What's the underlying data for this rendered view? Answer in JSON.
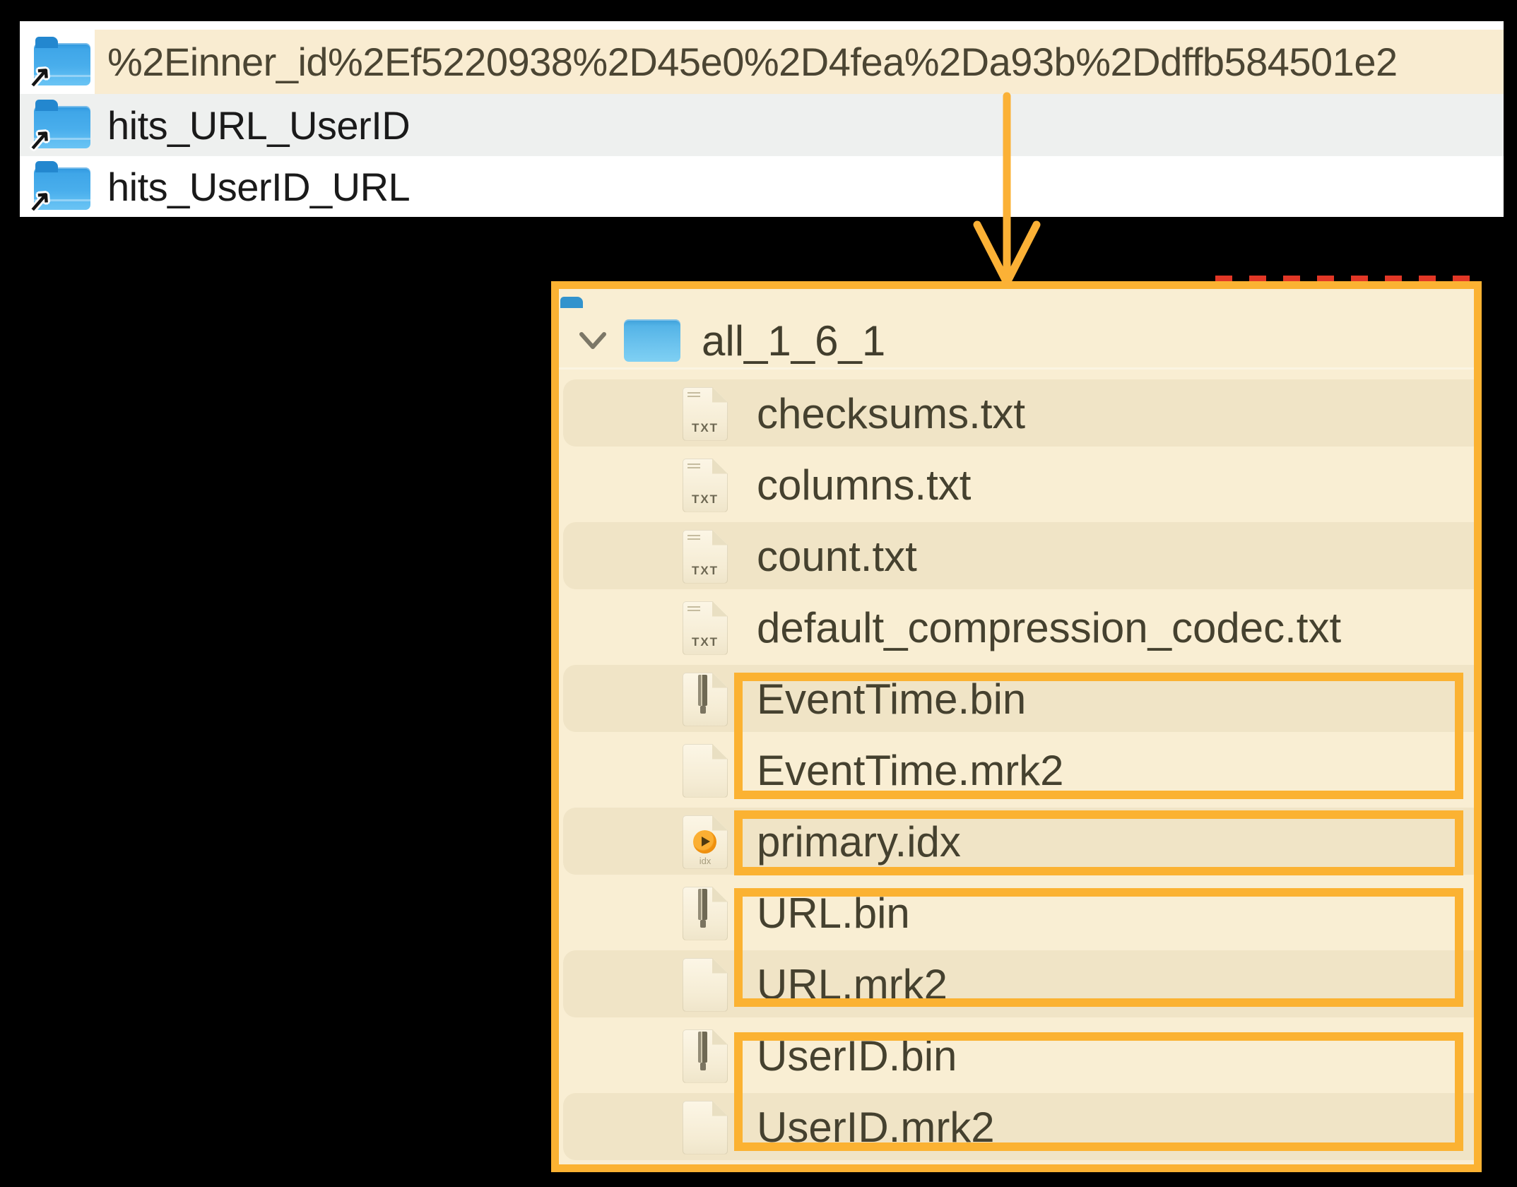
{
  "window": {
    "rows": [
      {
        "name": "%2Einner_id%2Ef5220938%2D45e0%2D4fea%2Da93b%2Ddffb584501e2",
        "highlighted": true
      },
      {
        "name": "hits_URL_UserID",
        "highlighted": false
      },
      {
        "name": "hits_UserID_URL",
        "highlighted": false
      }
    ]
  },
  "tree": {
    "root": "all_1_6_1",
    "files": [
      {
        "name": "checksums.txt",
        "type": "txt"
      },
      {
        "name": "columns.txt",
        "type": "txt"
      },
      {
        "name": "count.txt",
        "type": "txt"
      },
      {
        "name": "default_compression_codec.txt",
        "type": "txt"
      },
      {
        "name": "EventTime.bin",
        "type": "bin"
      },
      {
        "name": "EventTime.mrk2",
        "type": "mrk2"
      },
      {
        "name": "primary.idx",
        "type": "idx"
      },
      {
        "name": "URL.bin",
        "type": "bin"
      },
      {
        "name": "URL.mrk2",
        "type": "mrk2"
      },
      {
        "name": "UserID.bin",
        "type": "bin"
      },
      {
        "name": "UserID.mrk2",
        "type": "mrk2"
      }
    ]
  },
  "icons": {
    "txt_label": "TXT",
    "idx_label": "idx",
    "alias_arrow": "↗"
  },
  "colors": {
    "amber": "#fbb232",
    "red": "#e23726",
    "panel_bg": "#f9eed3",
    "stripe": "#f0e4c6",
    "highlight": "#f9ecd1",
    "gray_row": "#eef0ef",
    "folder_blue": "#49aeec"
  }
}
